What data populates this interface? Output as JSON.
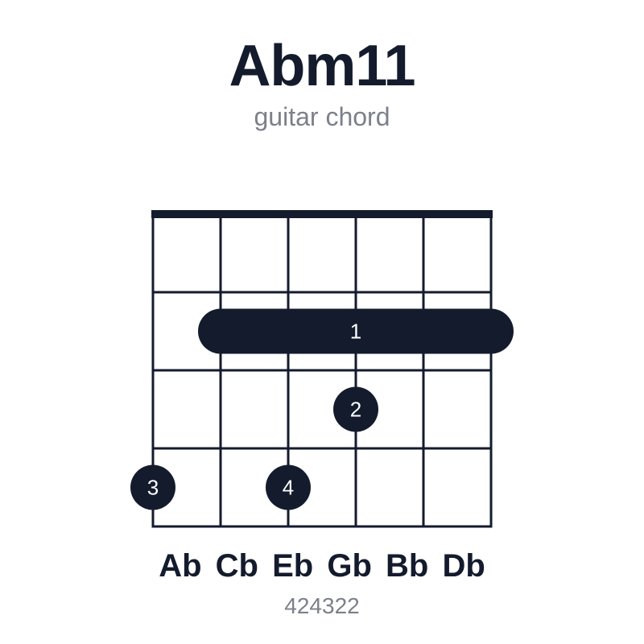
{
  "chord": {
    "name": "Abm11",
    "subtitle": "guitar chord",
    "frets_code": "424322",
    "notes": [
      "Ab",
      "Cb",
      "Eb",
      "Gb",
      "Bb",
      "Db"
    ]
  },
  "fretboard": {
    "strings": 6,
    "frets": 4,
    "barre": {
      "fret": 2,
      "from_string": 2,
      "to_string": 6,
      "finger": "1"
    },
    "dots": [
      {
        "string": 4,
        "fret": 3,
        "finger": "2"
      },
      {
        "string": 1,
        "fret": 4,
        "finger": "3"
      },
      {
        "string": 3,
        "fret": 4,
        "finger": "4"
      }
    ]
  },
  "colors": {
    "ink": "#141b2d",
    "muted": "#7c808a",
    "background": "#ffffff"
  }
}
